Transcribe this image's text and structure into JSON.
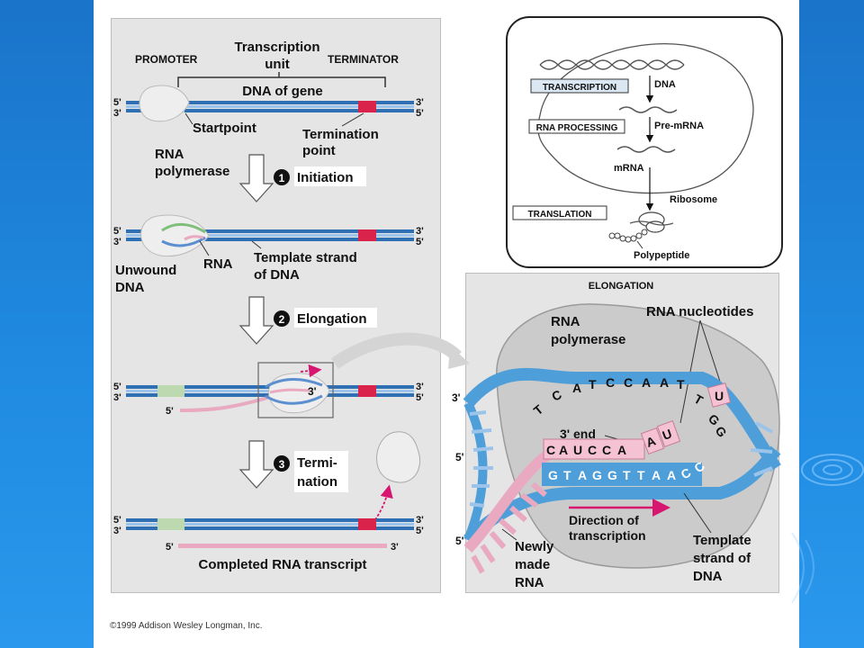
{
  "labels": {
    "promoter": "PROMOTER",
    "transcription_unit_1": "Transcription",
    "transcription_unit_2": "unit",
    "terminator": "TERMINATOR",
    "dna_of_gene": "DNA of gene",
    "five_prime": "5'",
    "three_prime": "3'",
    "startpoint": "Startpoint",
    "rna_polymerase_1": "RNA",
    "rna_polymerase_2": "polymerase",
    "termination_point_1": "Termination",
    "termination_point_2": "point",
    "unwound_dna_1": "Unwound",
    "unwound_dna_2": "DNA",
    "rna": "RNA",
    "template_strand_1": "Template strand",
    "template_strand_2": "of DNA",
    "elong_three_prime": "3'",
    "completed_transcript": "Completed RNA transcript"
  },
  "steps": [
    {
      "number": "1",
      "label": "Initiation"
    },
    {
      "number": "2",
      "label": "Elongation"
    },
    {
      "number": "3",
      "label_1": "Termi-",
      "label_2": "nation"
    }
  ],
  "overview": {
    "transcription": "TRANSCRIPTION",
    "dna": "DNA",
    "rna_processing": "RNA PROCESSING",
    "pre_mrna": "Pre-mRNA",
    "mrna": "mRNA",
    "ribosome": "Ribosome",
    "translation": "TRANSLATION",
    "polypeptide": "Polypeptide"
  },
  "elongation": {
    "title": "ELONGATION",
    "rna_polymerase_1": "RNA",
    "rna_polymerase_2": "polymerase",
    "rna_nucleotides": "RNA nucleotides",
    "three_prime_left": "3'",
    "three_prime_end": "3' end",
    "five_prime_left": "5'",
    "five_prime_bottom": "5'",
    "top_bases": [
      "T",
      "C",
      "A",
      "T",
      "C",
      "C",
      "A",
      "A",
      "T",
      "T",
      "G",
      "G"
    ],
    "rna_bases": [
      "C",
      "A",
      "U",
      "C",
      "C",
      "A",
      "A",
      "U"
    ],
    "free_nucleotide": "U",
    "bottom_bases": [
      "G",
      "T",
      "A",
      "G",
      "G",
      "T",
      "T",
      "A",
      "A",
      "C",
      "C"
    ],
    "direction_1": "Direction of",
    "direction_2": "transcription",
    "newly_made_1": "Newly",
    "newly_made_2": "made",
    "newly_made_3": "RNA",
    "template_1": "Template",
    "template_2": "strand of",
    "template_3": "DNA"
  },
  "copyright": "©1999 Addison Wesley Longman, Inc.",
  "colors": {
    "dna_blue": "#2f6fb4",
    "dna_light": "#9cc4ea",
    "rna_pink": "#e9a9c1",
    "terminator_red": "#d9234a",
    "promoter_green": "#bcd9b0",
    "arrow_magenta": "#d6166f"
  }
}
